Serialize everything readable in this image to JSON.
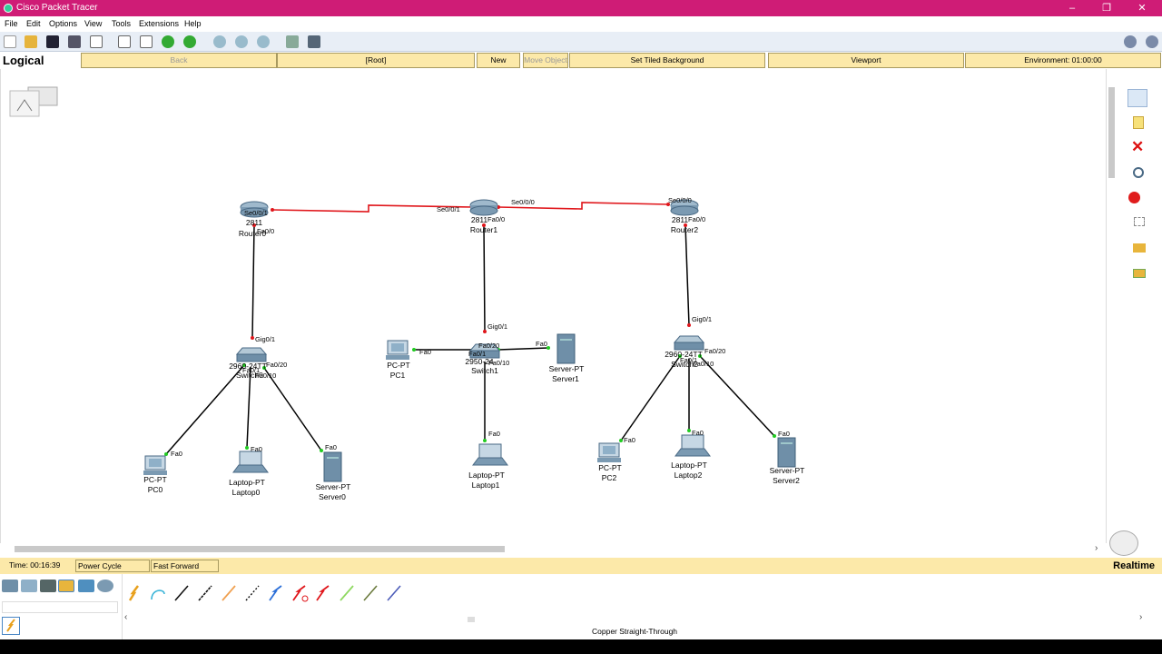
{
  "window": {
    "title": "Cisco Packet Tracer"
  },
  "menu": [
    "File",
    "Edit",
    "Options",
    "View",
    "Tools",
    "Extensions",
    "Help"
  ],
  "logical_bar": {
    "label": "Logical",
    "back": "Back",
    "root": "[Root]",
    "new_cluster": "New Cluster",
    "move_object": "Move Object",
    "set_tiled_background": "Set Tiled Background",
    "viewport": "Viewport",
    "environment": "Environment: 01:00:00"
  },
  "topology": {
    "routers": [
      {
        "model": "2811",
        "name": "Router0",
        "ports": [
          "Se0/0/1",
          "Fa0/0"
        ]
      },
      {
        "model": "2811",
        "name": "Router1",
        "ports": [
          "Se0/0/1",
          "Se0/0/0",
          "Fa0/0"
        ]
      },
      {
        "model": "2811",
        "name": "Router2",
        "ports": [
          "Se0/0/0",
          "Fa0/0"
        ]
      }
    ],
    "switches": [
      {
        "model": "2960-24TT",
        "name": "Switch0",
        "ports": [
          "Gig0/1",
          "Fa0/20",
          "Fa0/1",
          "Fa0/10"
        ]
      },
      {
        "model": "2950-24",
        "name": "Switch1",
        "ports": [
          "Gig0/1",
          "Fa0/20",
          "Fa0/1",
          "Fa0/10"
        ]
      },
      {
        "model": "2960-24TT",
        "name": "Switch2",
        "ports": [
          "Gig0/1",
          "Fa0/20",
          "Fa0/1",
          "Fa0/10"
        ]
      }
    ],
    "end_devices": [
      {
        "model": "PC-PT",
        "name": "PC0",
        "port": "Fa0"
      },
      {
        "model": "Laptop-PT",
        "name": "Laptop0",
        "port": "Fa0"
      },
      {
        "model": "Server-PT",
        "name": "Server0",
        "port": "Fa0"
      },
      {
        "model": "PC-PT",
        "name": "PC1",
        "port": "Fa0"
      },
      {
        "model": "Server-PT",
        "name": "Server1",
        "port": "Fa0"
      },
      {
        "model": "Laptop-PT",
        "name": "Laptop1",
        "port": "Fa0"
      },
      {
        "model": "PC-PT",
        "name": "PC2",
        "port": "Fa0"
      },
      {
        "model": "Laptop-PT",
        "name": "Laptop2",
        "port": "Fa0"
      },
      {
        "model": "Server-PT",
        "name": "Server2",
        "port": "Fa0"
      }
    ]
  },
  "status": {
    "time": "Time: 00:16:39",
    "power_cycle": "Power Cycle Devices",
    "fast_forward": "Fast Forward Time",
    "mode": "Realtime"
  },
  "bottom": {
    "caption": "Copper Straight-Through"
  },
  "colors": {
    "titlebar": "#cf1c76",
    "status": "#fce9a9",
    "serial_link": "#e0161b"
  }
}
